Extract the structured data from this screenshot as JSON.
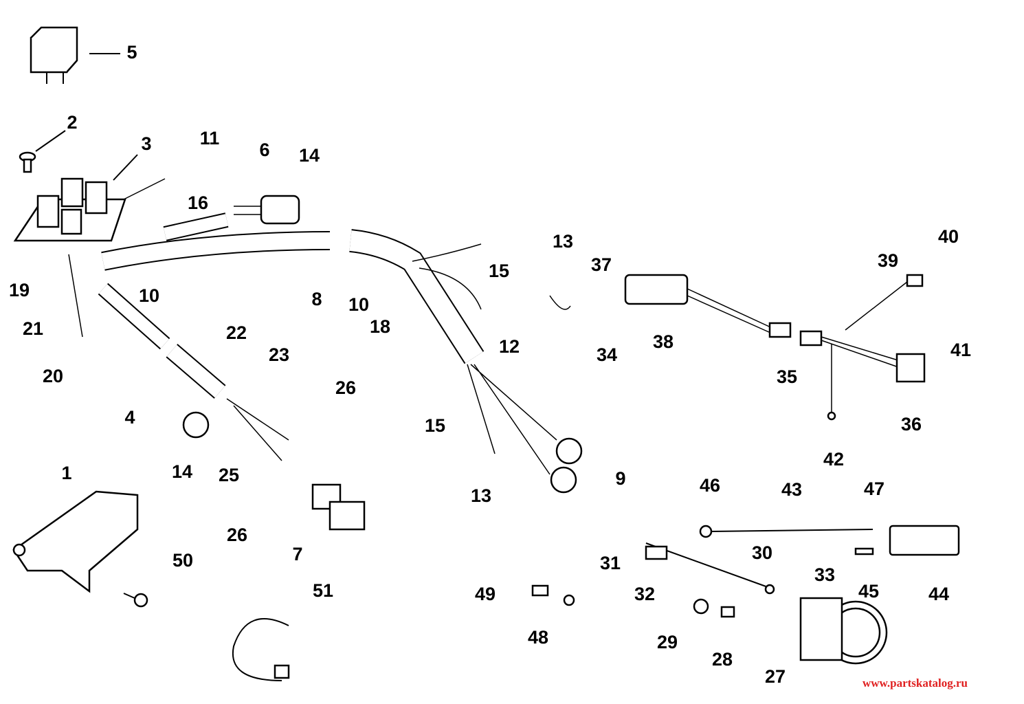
{
  "diagram": {
    "callouts": [
      "5",
      "2",
      "3",
      "11",
      "6",
      "14",
      "16",
      "10",
      "19",
      "21",
      "20",
      "8",
      "10",
      "13",
      "15",
      "18",
      "12",
      "34",
      "37",
      "38",
      "39",
      "40",
      "41",
      "35",
      "36",
      "42",
      "22",
      "23",
      "26",
      "4",
      "14",
      "25",
      "26",
      "7",
      "1",
      "50",
      "51",
      "15",
      "13",
      "9",
      "46",
      "43",
      "47",
      "31",
      "30",
      "33",
      "32",
      "45",
      "44",
      "49",
      "48",
      "29",
      "28",
      "27"
    ],
    "watermark": "www.partskatalog.ru",
    "colors": {
      "line": "#000000",
      "watermark": "#e02020"
    }
  }
}
